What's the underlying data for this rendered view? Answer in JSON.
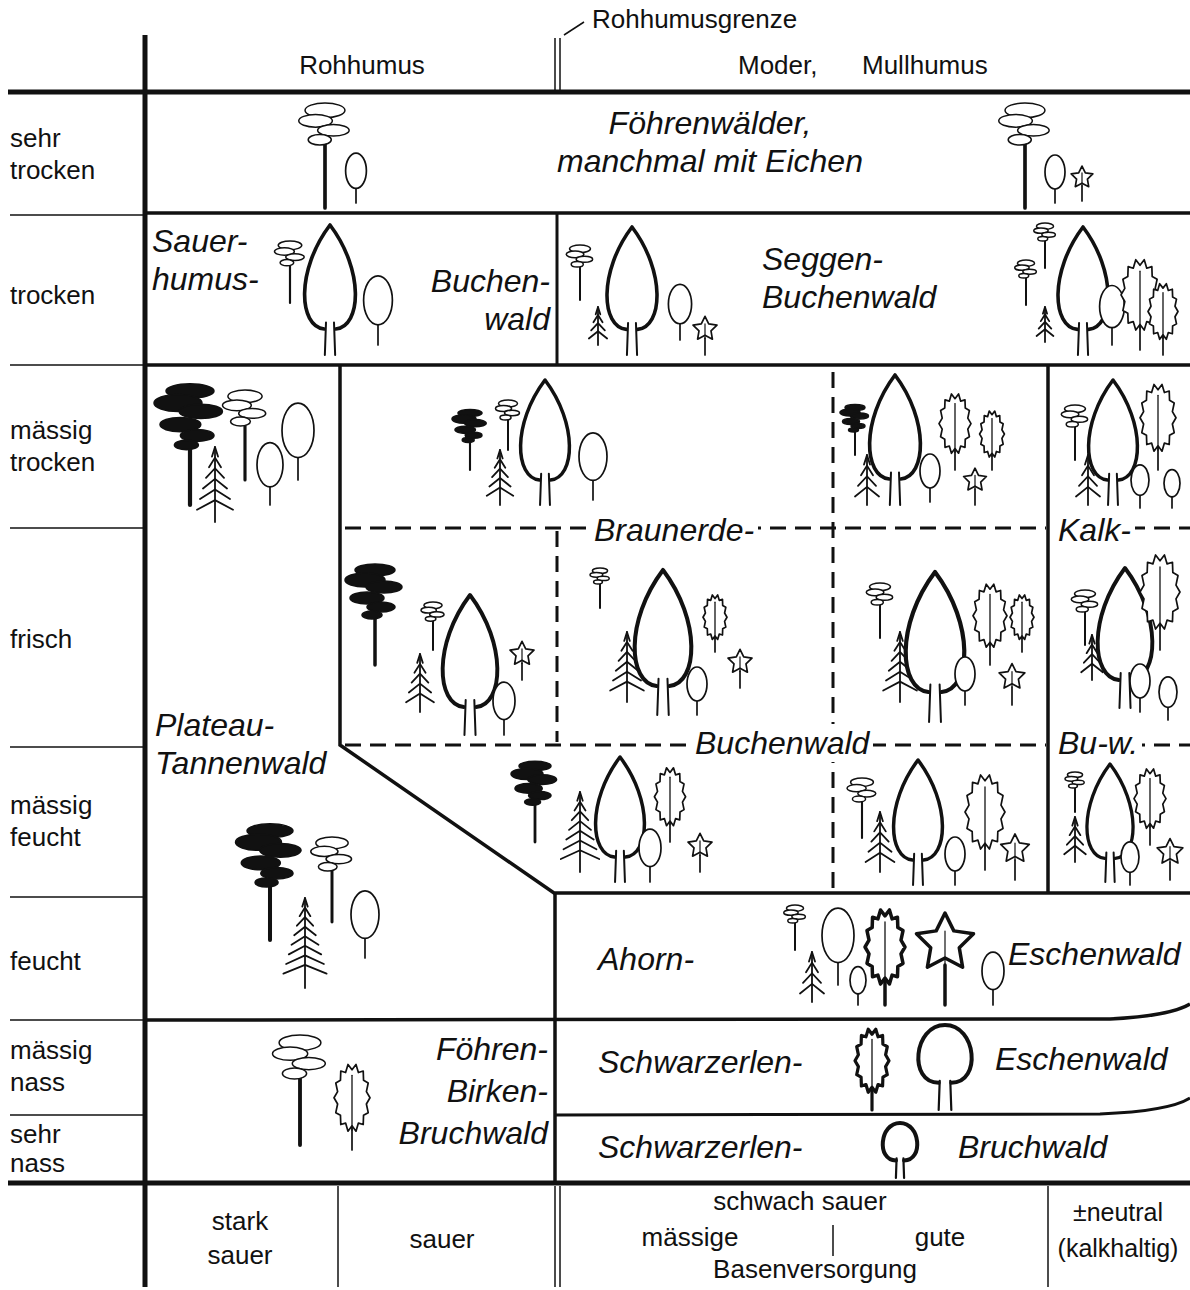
{
  "diagram": {
    "nodes": [
      {
        "text": [
          "Föhrenwälder, manchmal mit Eichen"
        ]
      },
      {
        "text": [
          "Sauer- humus-",
          "Buchen- wald"
        ]
      },
      {
        "text": [
          "Seggen- Buchenwald"
        ]
      },
      {
        "text": [
          "Plateau- Tannenwald"
        ]
      },
      {
        "text": [
          "Braunerde-",
          "Buchenwald"
        ]
      },
      {
        "text": [
          "Kalk-",
          "Bu-w."
        ]
      },
      {
        "text": [
          "Ahorn-",
          "Eschenwald"
        ]
      },
      {
        "text": [
          "Föhren- Birken- Bruchwald"
        ]
      },
      {
        "text": [
          "Schwarzerlen-",
          "Eschenwald"
        ]
      },
      {
        "text": [
          "Schwarzerlen-",
          "Bruchwald"
        ]
      }
    ],
    "labels": [
      "Rohhumusgrenze",
      "Rohhumus",
      "Moder,",
      "Mullhumus",
      "sehr trocken",
      "trocken",
      "mässig trocken",
      "frisch",
      "mässig feucht",
      "feucht",
      "mässig nass",
      "sehr nass",
      "stark sauer",
      "sauer",
      "schwach sauer",
      "mässige",
      "gute",
      "Basenversorgung",
      "±neutral (kalkhaltig)"
    ]
  }
}
